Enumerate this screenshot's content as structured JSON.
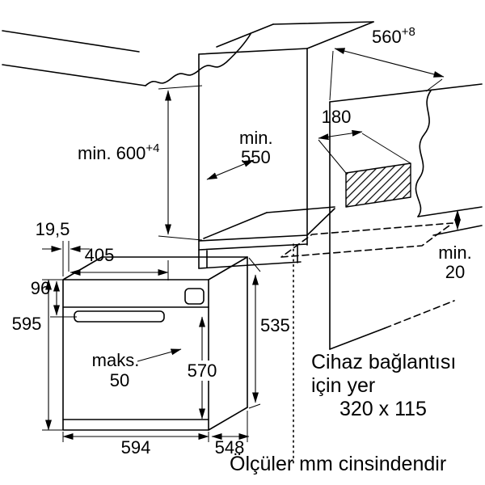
{
  "notes": {
    "connection_line1": "Cihaz bağlantısı",
    "connection_line2": "için yer",
    "connection_line3": "320 x 115",
    "footer": "Ölçüler mm cinsindendir"
  },
  "dims": {
    "niche_depth_top": "560",
    "niche_depth_top_tol": "+8",
    "vent_width": "180",
    "niche_depth_l1": "min.",
    "niche_depth_l2": "550",
    "niche_height": "min. 600",
    "niche_height_tol": "+4",
    "front_offset": "19,5",
    "top_cutout_width": "405",
    "control_panel_height": "96",
    "oven_height": "595",
    "handle_l1": "maks.",
    "handle_l2": "50",
    "door_depth": "570",
    "side_height": "535",
    "oven_width": "594",
    "oven_depth": "548",
    "rear_gap_l1": "min.",
    "rear_gap_l2": "20"
  }
}
